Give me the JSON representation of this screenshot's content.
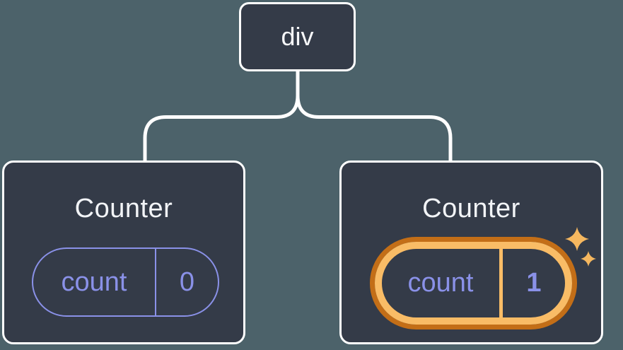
{
  "colors": {
    "background": "#4C626A",
    "node_fill": "#343B48",
    "node_border": "#FFFFFF",
    "connector": "#FFFFFF",
    "state_accent": "#8A91E8",
    "highlight_ring_outer": "#C36E17",
    "highlight_ring_inner": "#F9BC66",
    "sparkle": "#F5B75F"
  },
  "tree": {
    "root": {
      "label": "div"
    },
    "children": [
      {
        "title": "Counter",
        "state_key": "count",
        "state_value": "0",
        "highlighted": false
      },
      {
        "title": "Counter",
        "state_key": "count",
        "state_value": "1",
        "highlighted": true
      }
    ]
  }
}
